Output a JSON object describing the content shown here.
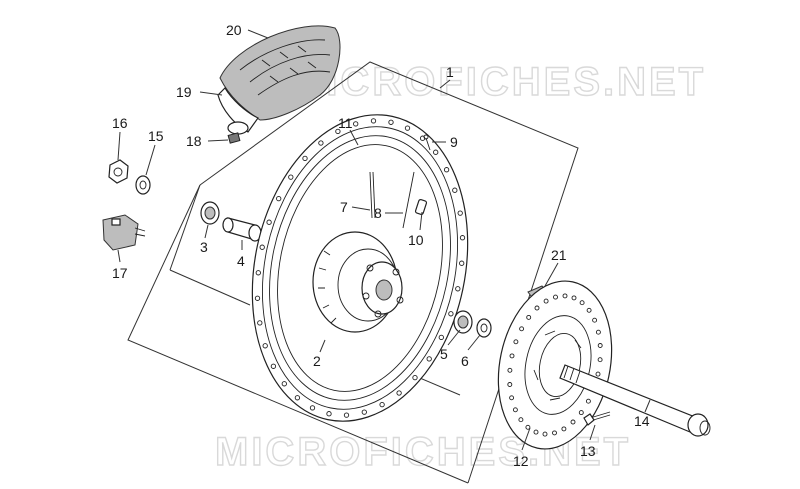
{
  "watermark": "MICROFICHES.NET",
  "callouts": [
    {
      "id": "1",
      "text": "1"
    },
    {
      "id": "2",
      "text": "2"
    },
    {
      "id": "3",
      "text": "3"
    },
    {
      "id": "4",
      "text": "4"
    },
    {
      "id": "5",
      "text": "5"
    },
    {
      "id": "6",
      "text": "6"
    },
    {
      "id": "7",
      "text": "7"
    },
    {
      "id": "8",
      "text": "8"
    },
    {
      "id": "9",
      "text": "9"
    },
    {
      "id": "10",
      "text": "10"
    },
    {
      "id": "11",
      "text": "11"
    },
    {
      "id": "12",
      "text": "12"
    },
    {
      "id": "13",
      "text": "13"
    },
    {
      "id": "14",
      "text": "14"
    },
    {
      "id": "15",
      "text": "15"
    },
    {
      "id": "16",
      "text": "16"
    },
    {
      "id": "17",
      "text": "17"
    },
    {
      "id": "18",
      "text": "18"
    },
    {
      "id": "19",
      "text": "19"
    },
    {
      "id": "20",
      "text": "20"
    },
    {
      "id": "21",
      "text": "21"
    }
  ]
}
